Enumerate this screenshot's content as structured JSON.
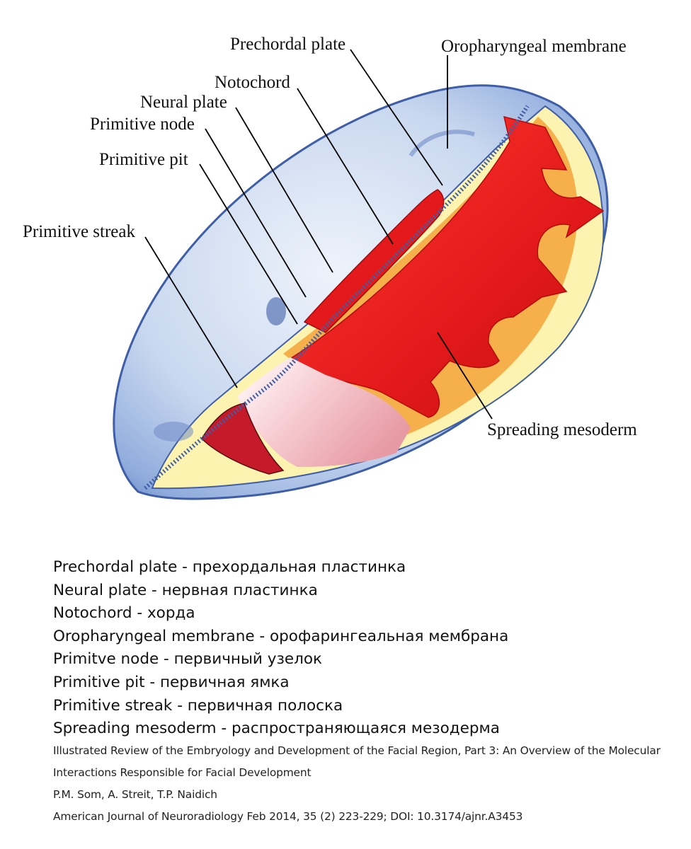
{
  "diagram": {
    "labels": {
      "prechordal_plate": "Prechordal plate",
      "oropharyngeal_membrane": "Oropharyngeal membrane",
      "notochord": "Notochord",
      "neural_plate": "Neural plate",
      "primitive_node": "Primitive node",
      "primitive_pit": "Primitive pit",
      "primitive_streak": "Primitive streak",
      "spreading_mesoderm": "Spreading mesoderm"
    },
    "colors": {
      "ectoderm_blue": "#7f9fd6",
      "ectoderm_light": "#dfe8f6",
      "mesoderm_red": "#e21b1b",
      "endoderm_yellow": "#fdf3b0",
      "orange_rim": "#f3a23a"
    }
  },
  "glossary": [
    "Prechordal plate - прехордальная пластинка",
    "Neural plate - нервная пластинка",
    "Notochord - хорда",
    "Oropharyngeal membrane - орофарингеальная мембрана",
    "Primitve node - первичный узелок",
    "Primitive pit - первичная ямка",
    "Primitive streak - первичная полоска",
    "Spreading mesoderm - распространяющаяся мезодерма"
  ],
  "citation": {
    "title_line1": "Illustrated Review of the Embryology and Development of the Facial Region, Part 3: An Overview of the Molecular",
    "title_line2": "Interactions Responsible for Facial Development",
    "authors": "P.M. Som, A. Streit, T.P. Naidich",
    "journal": "American Journal of Neuroradiology Feb 2014, 35 (2) 223-229; DOI: 10.3174/ajnr.A3453"
  }
}
